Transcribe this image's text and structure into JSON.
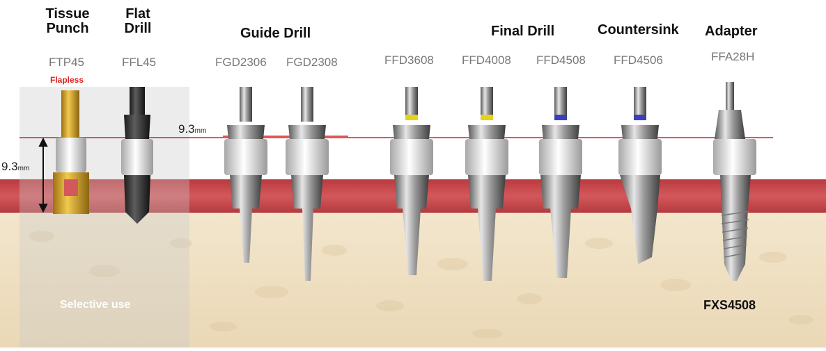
{
  "groups": {
    "tissue_punch": "Tissue\nPunch",
    "flat_drill": "Flat\nDrill",
    "guide_drill": "Guide Drill",
    "final_drill": "Final Drill",
    "countersink": "Countersink",
    "adapter": "Adapter"
  },
  "codes": {
    "ftp45": "FTP45",
    "ffl45": "FFL45",
    "fgd2306": "FGD2306",
    "fgd2308": "FGD2308",
    "ffd3608": "FFD3608",
    "ffd4008": "FFD4008",
    "ffd4508": "FFD4508",
    "ffd4506": "FFD4506",
    "ffa28h": "FFA28H"
  },
  "flapless": "Flapless",
  "measurement_left": {
    "value": "9.3",
    "unit": "mm"
  },
  "measurement_top": {
    "value": "9.3",
    "unit": "mm"
  },
  "selective_use": "Selective use",
  "implant_code": "FXS4508",
  "colors": {
    "gum": "#c8474a",
    "bone": "#efe1c6",
    "red_line": "#d81e1e",
    "band_yellow": "#e6d21b",
    "band_blue": "#3d3fb8"
  }
}
